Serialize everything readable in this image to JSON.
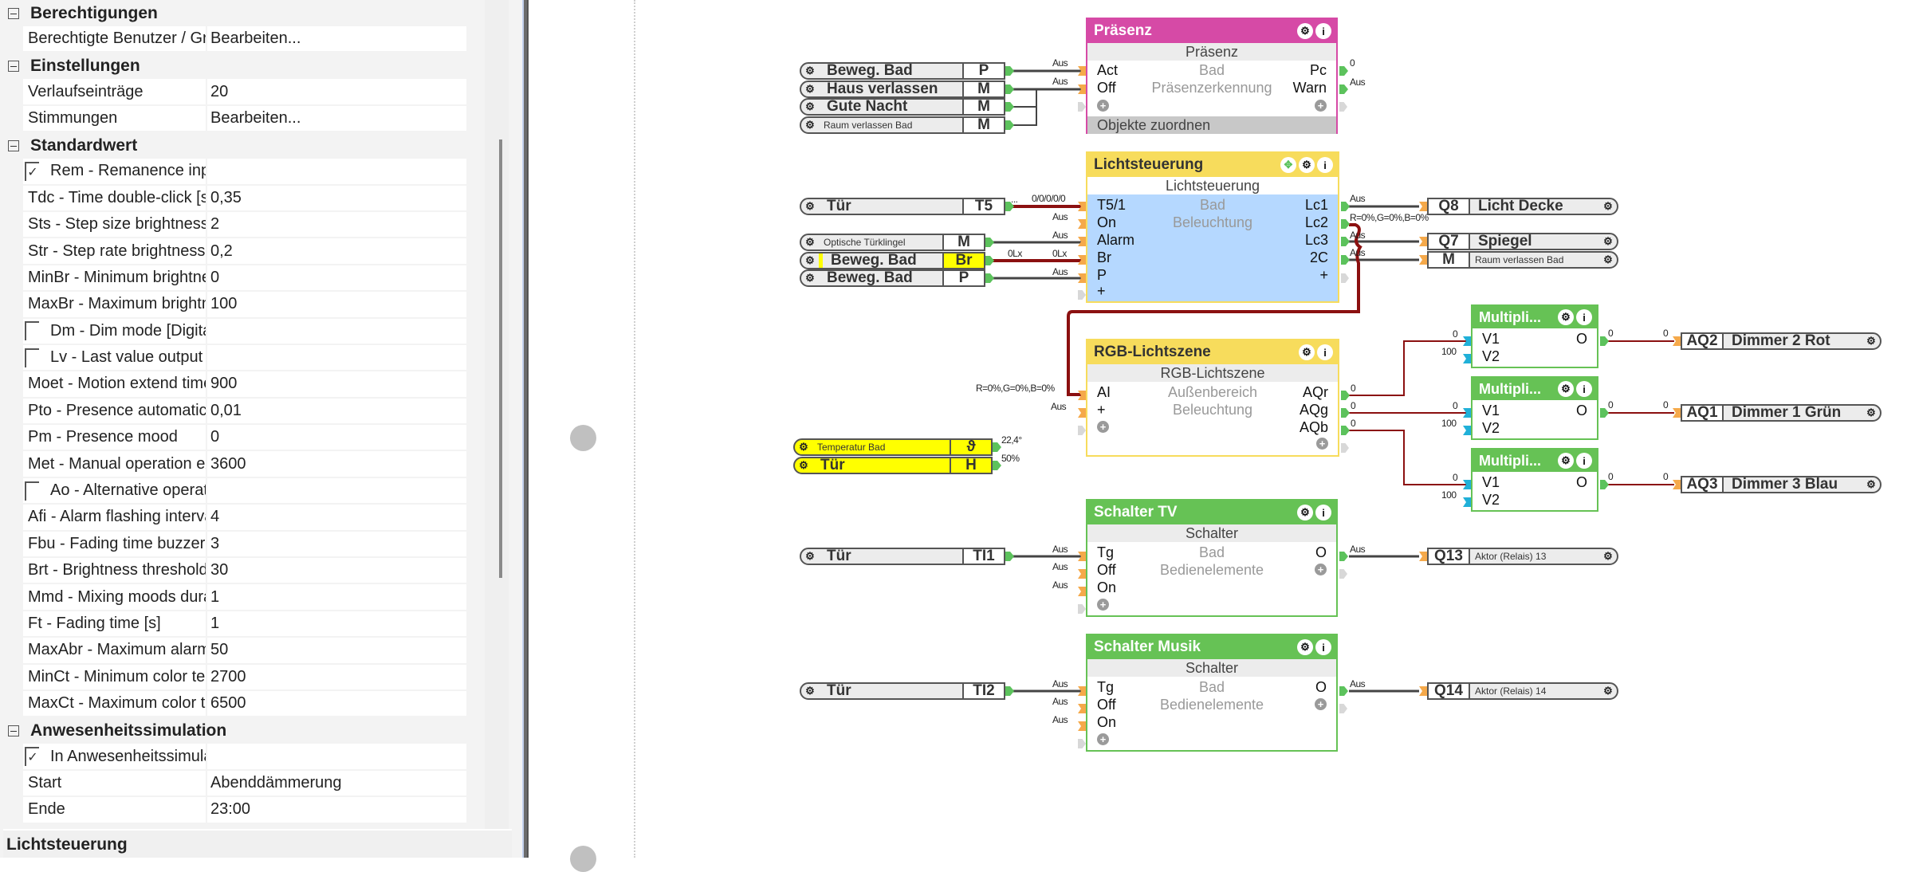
{
  "properties_panel": {
    "categories": [
      {
        "title": "Berechtigungen",
        "rows": [
          {
            "key": "Berechtigte Benutzer / Grup...",
            "value": "Bearbeiten..."
          }
        ]
      },
      {
        "title": "Einstellungen",
        "rows": [
          {
            "key": "Verlaufseinträge",
            "value": "20"
          },
          {
            "key": "Stimmungen",
            "value": "Bearbeiten..."
          }
        ]
      },
      {
        "title": "Standardwert",
        "rows": [
          {
            "key": "Rem - Remanence inpu...",
            "value": "",
            "checkbox": true,
            "checked": true
          },
          {
            "key": "Tdc - Time double-click [s]",
            "value": "0,35"
          },
          {
            "key": "Sts - Step size brightness [%]",
            "value": "2"
          },
          {
            "key": "Str - Step rate brightness [s]",
            "value": "0,2"
          },
          {
            "key": "MinBr - Minimum brightne...",
            "value": "0"
          },
          {
            "key": "MaxBr - Maximum brightn...",
            "value": "100"
          },
          {
            "key": "Dm - Dim mode [Digital]",
            "value": "",
            "checkbox": true,
            "checked": false
          },
          {
            "key": "Lv - Last value output L...",
            "value": "",
            "checkbox": true,
            "checked": false
          },
          {
            "key": "Moet - Motion extend time...",
            "value": "900"
          },
          {
            "key": "Pto - Presence automatic ti...",
            "value": "0,01"
          },
          {
            "key": "Pm - Presence mood",
            "value": "0"
          },
          {
            "key": "Met - Manual operation ext...",
            "value": "3600"
          },
          {
            "key": "Ao - Alternative operati...",
            "value": "",
            "checkbox": true,
            "checked": false
          },
          {
            "key": "Afi - Alarm flashing interval...",
            "value": "4"
          },
          {
            "key": "Fbu - Fading time buzzer [...",
            "value": "3"
          },
          {
            "key": "Brt - Brightness threshold [l...",
            "value": "30"
          },
          {
            "key": "Mmd - Mixing moods dura...",
            "value": "1"
          },
          {
            "key": "Ft - Fading time [s]",
            "value": "1"
          },
          {
            "key": "MaxAbr - Maximum alarm ...",
            "value": "50"
          },
          {
            "key": "MinCt - Minimum color te...",
            "value": "2700"
          },
          {
            "key": "MaxCt - Maximum color te...",
            "value": "6500"
          }
        ]
      },
      {
        "title": "Anwesenheitssimulation",
        "rows": [
          {
            "key": "In Anwesenheitssimulat...",
            "value": "",
            "checkbox": true,
            "checked": true
          },
          {
            "key": "Start",
            "value": "Abenddämmerung"
          },
          {
            "key": "Ende",
            "value": "23:00"
          }
        ]
      }
    ],
    "selected_object_title": "Lichtsteuerung"
  },
  "icons": {
    "gear": "⚙",
    "info": "i",
    "check": "✓",
    "plus": "+",
    "move": "✥"
  },
  "colors": {
    "praesenz_header": "#d64aa6",
    "licht_header": "#f7dc5c",
    "licht_body": "#b5d8ff",
    "green_header": "#66c255",
    "wire_red": "#8b1010",
    "wire_gray": "#444444",
    "port_green": "#5cc25c",
    "port_orange": "#f5a94a",
    "port_blue": "#20b0d8",
    "highlight_yellow": "#ffff00"
  },
  "inputs": [
    {
      "id": "in-beweg-bad-p",
      "name": "Beweg. Bad",
      "code": "P"
    },
    {
      "id": "in-haus-verlassen",
      "name": "Haus verlassen",
      "code": "M"
    },
    {
      "id": "in-gute-nacht",
      "name": "Gute Nacht",
      "code": "M"
    },
    {
      "id": "in-raum-verlassen",
      "name": "Raum verlassen Bad",
      "code": "M",
      "small": true
    },
    {
      "id": "in-tuer-t5",
      "name": "Tür",
      "code": "T5"
    },
    {
      "id": "in-optische-tuerklingel",
      "name": "Optische Türklingel",
      "code": "M",
      "small": true
    },
    {
      "id": "in-beweg-bad-br",
      "name": "Beweg. Bad",
      "code": "Br",
      "yellow_code": true
    },
    {
      "id": "in-beweg-bad-p2",
      "name": "Beweg. Bad",
      "code": "P"
    },
    {
      "id": "in-temperatur-bad",
      "name": "Temperatur Bad",
      "code": "ϑ",
      "small": true,
      "yellow": true
    },
    {
      "id": "in-tuer-h",
      "name": "Tür",
      "code": "H",
      "yellow": true
    },
    {
      "id": "in-tuer-ti1",
      "name": "Tür",
      "code": "TI1"
    },
    {
      "id": "in-tuer-ti2",
      "name": "Tür",
      "code": "TI2"
    }
  ],
  "outputs": [
    {
      "id": "out-q8",
      "code": "Q8",
      "name": "Licht Decke"
    },
    {
      "id": "out-q7",
      "code": "Q7",
      "name": "Spiegel"
    },
    {
      "id": "out-m",
      "code": "M",
      "name": "Raum verlassen Bad",
      "small": true
    },
    {
      "id": "out-aq2",
      "code": "AQ2",
      "name": "Dimmer 2 Rot"
    },
    {
      "id": "out-aq1",
      "code": "AQ1",
      "name": "Dimmer 1 Grün"
    },
    {
      "id": "out-aq3",
      "code": "AQ3",
      "name": "Dimmer 3 Blau"
    },
    {
      "id": "out-q13",
      "code": "Q13",
      "name": "Aktor (Relais) 13",
      "small": true
    },
    {
      "id": "out-q14",
      "code": "Q14",
      "name": "Aktor (Relais) 14",
      "small": true
    }
  ],
  "blocks": {
    "praesenz": {
      "title": "Präsenz",
      "type": "Präsenz",
      "room": "Bad",
      "category": "Präsenzerkennung",
      "inputs": [
        "Act",
        "Off"
      ],
      "outputs": [
        "Pc",
        "Warn"
      ],
      "footer": "Objekte zuordnen"
    },
    "lichtsteuerung": {
      "title": "Lichtsteuerung",
      "type": "Lichtsteuerung",
      "room": "Bad",
      "category": "Beleuchtung",
      "inputs": [
        "T5/1",
        "On",
        "Alarm",
        "Br",
        "P"
      ],
      "outputs": [
        "Lc1",
        "Lc2",
        "Lc3",
        "2C"
      ]
    },
    "rgb": {
      "title": "RGB-Lichtszene",
      "type": "RGB-Lichtszene",
      "room": "Außenbereich",
      "category": "Beleuchtung",
      "inputs": [
        "AI",
        "+"
      ],
      "outputs": [
        "AQr",
        "AQg",
        "AQb"
      ]
    },
    "multipliers": [
      {
        "title": "Multipli...",
        "inputs": [
          "V1",
          "V2"
        ],
        "output": "O"
      },
      {
        "title": "Multipli...",
        "inputs": [
          "V1",
          "V2"
        ],
        "output": "O"
      },
      {
        "title": "Multipli...",
        "inputs": [
          "V1",
          "V2"
        ],
        "output": "O"
      }
    ],
    "schalter_tv": {
      "title": "Schalter TV",
      "type": "Schalter",
      "room": "Bad",
      "category": "Bedienelemente",
      "inputs": [
        "Tg",
        "Off",
        "On"
      ],
      "outputs": [
        "O"
      ]
    },
    "schalter_musik": {
      "title": "Schalter Musik",
      "type": "Schalter",
      "room": "Bad",
      "category": "Bedienelemente",
      "inputs": [
        "Tg",
        "Off",
        "On"
      ],
      "outputs": [
        "O"
      ]
    }
  },
  "values": {
    "aus": "Aus",
    "zero": "0",
    "hundred": "100",
    "t5_value": "0/0/0/0/0",
    "t5_dots": "...",
    "lux": "0Lx",
    "rgb_value": "R=0%,G=0%,B=0%",
    "temperature": "22,4°",
    "humidity": "50%"
  }
}
